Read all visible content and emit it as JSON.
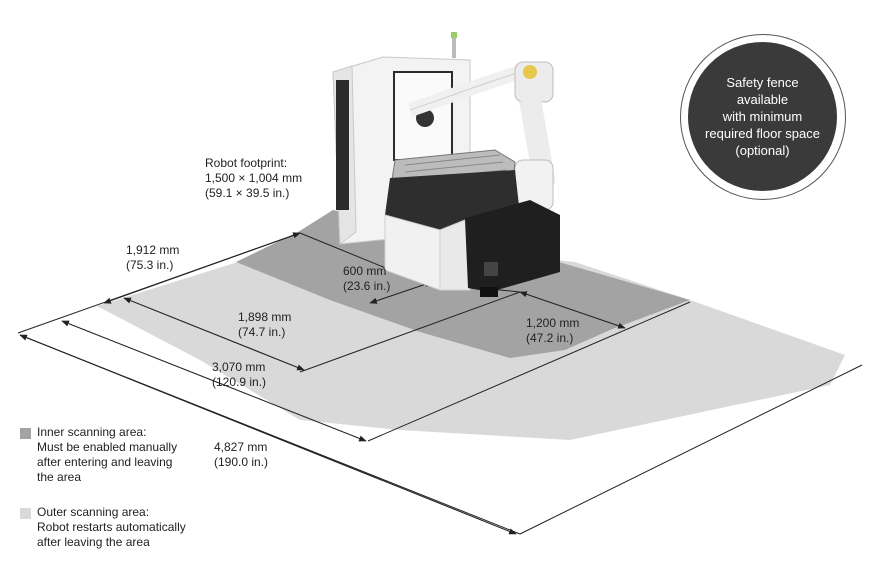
{
  "footprint": {
    "line1": "Robot footprint:",
    "line2": "1,500 × 1,004 mm",
    "line3": "(59.1 × 39.5 in.)"
  },
  "dimensions": [
    {
      "id": "dim-1912",
      "mm": "1,912 mm",
      "inch": "(75.3 in.)"
    },
    {
      "id": "dim-600",
      "mm": "600 mm",
      "inch": "(23.6 in.)"
    },
    {
      "id": "dim-1898",
      "mm": "1,898 mm",
      "inch": "(74.7 in.)"
    },
    {
      "id": "dim-1200",
      "mm": "1,200 mm",
      "inch": "(47.2 in.)"
    },
    {
      "id": "dim-3070",
      "mm": "3,070 mm",
      "inch": "(120.9 in.)"
    },
    {
      "id": "dim-4827",
      "mm": "4,827 mm",
      "inch": "(190.0 in.)"
    }
  ],
  "badge": {
    "lines": [
      "Safety fence",
      "available",
      "with minimum",
      "required floor space",
      "(optional)"
    ]
  },
  "legend": [
    {
      "title": "Inner scanning area:",
      "lines": [
        "Must be enabled manually",
        "after entering and leaving",
        "the area"
      ],
      "color": "#a3a3a3"
    },
    {
      "title": "Outer scanning area:",
      "lines": [
        "Robot restarts automatically",
        "after leaving the area"
      ],
      "color": "#d9d9d9"
    }
  ],
  "colors": {
    "inner_area": "#a3a3a3",
    "outer_area": "#d9d9d9",
    "badge": "#3a3a3a",
    "dimension_line": "#222222"
  }
}
